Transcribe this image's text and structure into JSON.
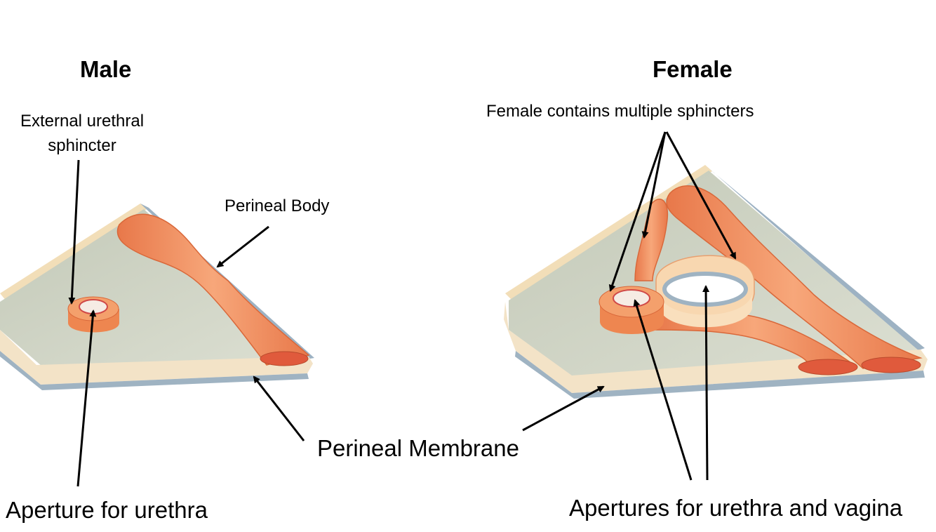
{
  "titles": {
    "male": "Male",
    "female": "Female"
  },
  "labels": {
    "external_urethral_sphincter_line1": "External urethral",
    "external_urethral_sphincter_line2": "sphincter",
    "perineal_body": "Perineal Body",
    "female_sphincters": "Female contains multiple sphincters",
    "perineal_membrane": "Perineal Membrane",
    "aperture_urethra": "Aperture for urethra",
    "apertures_urethra_vagina": "Apertures for urethra and vagina"
  },
  "colors": {
    "membrane_top": "#cfd3c4",
    "membrane_edge": "#9fb3c2",
    "membrane_front": "#f3e3c7",
    "muscle": "#f0905c",
    "muscle_dark": "#d9683a",
    "cut_end": "#e05a3c",
    "ring_inner": "#f6ece4",
    "arrow": "#000000"
  }
}
